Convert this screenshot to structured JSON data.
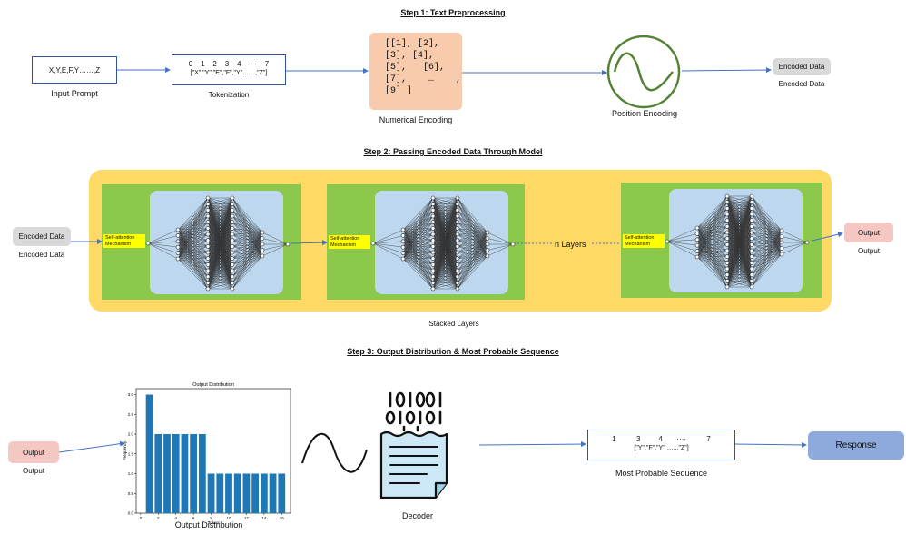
{
  "step1": {
    "title": "Step 1: Text Preprocessing",
    "input_text": "X,Y,E,F,Y……,Z",
    "input_caption": "Input Prompt",
    "token_indices": "0    1    2    3    4   ····    7",
    "token_strings": "[\"X\",\"Y\",\"E\",\"F\",\"Y\"……,\"Z\"]",
    "token_caption": "Tokenization",
    "numeric_lines": [
      "[[1], [2],",
      "[3], [4],",
      "[5],   [6],",
      "[7],    …    ,",
      "[9] ]"
    ],
    "numeric_caption": "Numerical Encoding",
    "position_caption": "Position Encoding",
    "encoded_box": "Encoded Data",
    "encoded_caption": "Encoded Data"
  },
  "step2": {
    "title": "Step 2: Passing Encoded Data Through Model",
    "encoded_box": "Encoded Data",
    "encoded_caption": "Encoded Data",
    "self_attention": "Self-attention Mechanism",
    "n_layers": "n Layers",
    "output_box": "Output",
    "output_caption": "Output",
    "stacked_caption": "Stacked Layers"
  },
  "step3": {
    "title": "Step 3: Output Distribution & Most Probable Sequence",
    "output_box": "Output",
    "output_caption": "Output",
    "dist_caption": "Output Distribution",
    "decoder_caption": "Decoder",
    "seq_indices": "1          3         4       ····          7",
    "seq_strings": "[\"Y\",\"F\",\"Y\" …..,\"Z\"]",
    "seq_caption": "Most Probable Sequence",
    "response": "Response"
  },
  "colors": {
    "arrow": "#4472c4",
    "numeric_fill": "#f8cbad",
    "layer_green": "#8cc84b",
    "nn_bg": "#bcd7ee",
    "stack_yellow": "#ffd966",
    "output_pink": "#f4c7c3",
    "gray_box": "#d9d9d9",
    "response_blue": "#8ea9db",
    "bar_blue": "#1f77b4",
    "sine_green": "#548235",
    "decoder_fill": "#cce7f5"
  },
  "chart_data": {
    "type": "bar",
    "title": "Output Distribution",
    "xlabel": "Token",
    "ylabel": "Frequency",
    "x": [
      1,
      2,
      3,
      4,
      5,
      6,
      7,
      8,
      9,
      10,
      11,
      12,
      13,
      14,
      15,
      16
    ],
    "values": [
      3,
      2,
      2,
      2,
      2,
      2,
      2,
      1,
      1,
      1,
      1,
      1,
      1,
      1,
      1,
      1
    ],
    "xticks": [
      0,
      2,
      4,
      6,
      8,
      10,
      12,
      14,
      16
    ],
    "yticks": [
      0.0,
      0.5,
      1.0,
      1.5,
      2.0,
      2.5,
      3.0
    ],
    "xlim": [
      -0.5,
      17
    ],
    "ylim": [
      0,
      3.15
    ]
  }
}
